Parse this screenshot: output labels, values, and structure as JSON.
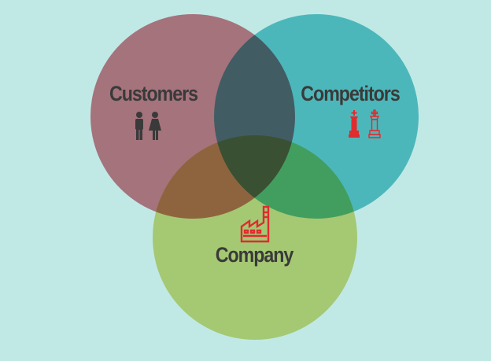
{
  "diagram": {
    "type": "venn",
    "sets": [
      {
        "key": "customers",
        "label": "Customers",
        "icon": "people-icon",
        "color": "#d97783"
      },
      {
        "key": "competitors",
        "label": "Competitors",
        "icon": "chess-pieces-icon",
        "color": "#5dc6cc"
      },
      {
        "key": "company",
        "label": "Company",
        "icon": "factory-icon",
        "color": "#d8d874"
      }
    ],
    "icon_accent": "#e02b2f",
    "background": "#c0e9e6"
  }
}
